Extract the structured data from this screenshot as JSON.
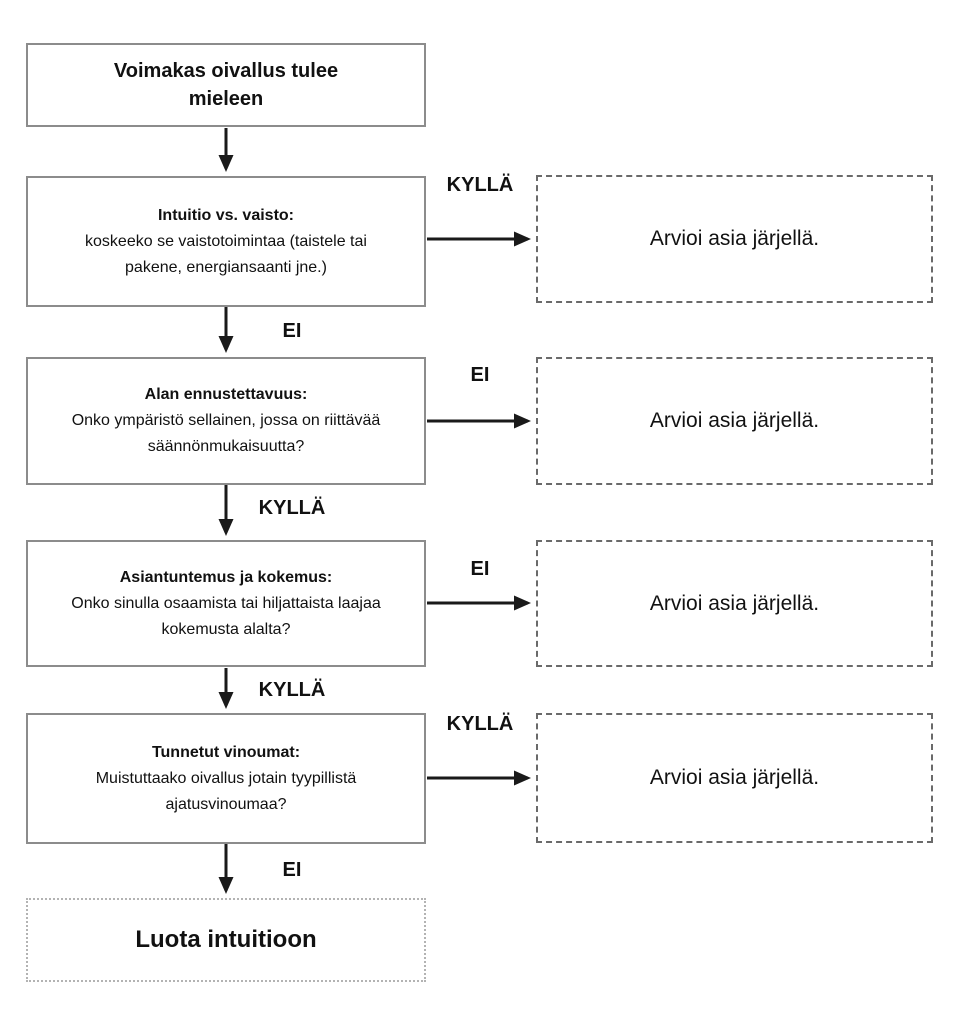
{
  "flowchart": {
    "start_box": {
      "text": "Voimakas oivallus tulee mieleen"
    },
    "steps": [
      {
        "title": "Intuitio vs. vaisto:",
        "question": "koskeeko se vaistotoimintaa (taistele tai pakene, energiansaanti jne.)",
        "branch_label": "KYLLÄ",
        "continue_label": "EI"
      },
      {
        "title": "Alan ennustettavuus:",
        "question": "Onko ympäristö sellainen, jossa on riittävää säännönmukaisuutta?",
        "branch_label": "EI",
        "continue_label": "KYLLÄ"
      },
      {
        "title": "Asiantuntemus ja kokemus:",
        "question": "Onko sinulla osaamista tai hiljattaista laajaa kokemusta alalta?",
        "branch_label": "EI",
        "continue_label": "KYLLÄ"
      },
      {
        "title": "Tunnetut vinoumat:",
        "question": "Muistuttaako oivallus jotain tyypillistä ajatusvinoumaa?",
        "branch_label": "KYLLÄ",
        "continue_label": "EI"
      }
    ],
    "branch_outcome": "Arvioi asia järjellä.",
    "end_box": {
      "text": "Luota intuitioon"
    },
    "colors": {
      "background": "#ffffff",
      "text": "#111111",
      "solid_border": "#8c8c8c",
      "dashed_border": "#6a6a6a",
      "dotted_border": "#b3b3b3",
      "arrow": "#1a1a1a"
    }
  }
}
